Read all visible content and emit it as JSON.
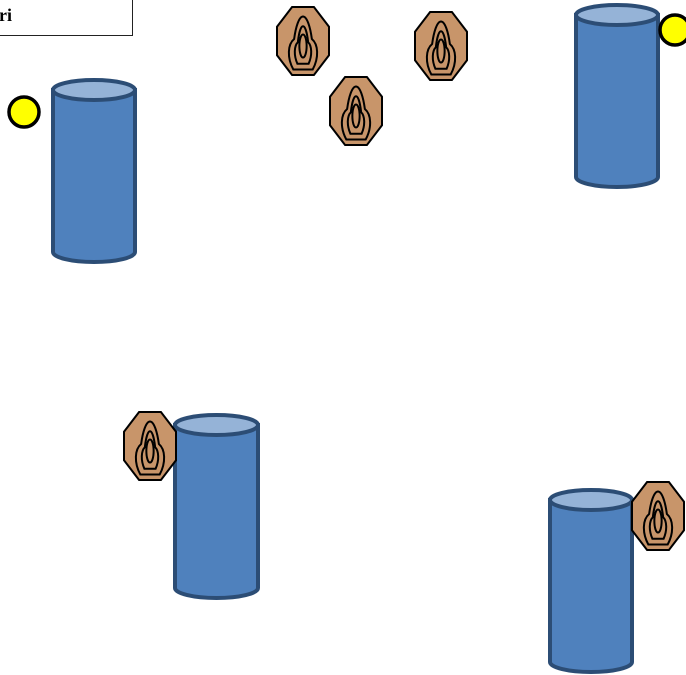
{
  "label": {
    "text": "ri"
  },
  "colors": {
    "barrel_body": "#4f81bd",
    "barrel_top": "#95b3d7",
    "barrel_outline": "#2c4d75",
    "target_fill": "#c8956a",
    "target_outline": "#000000",
    "marker_fill": "#ffff00",
    "marker_outline": "#000000",
    "background": "#ffffff"
  },
  "barrels": [
    {
      "name": "barrel-1"
    },
    {
      "name": "barrel-2"
    },
    {
      "name": "barrel-3"
    },
    {
      "name": "barrel-4"
    }
  ],
  "targets": [
    {
      "name": "target-1"
    },
    {
      "name": "target-2"
    },
    {
      "name": "target-3"
    },
    {
      "name": "target-4"
    },
    {
      "name": "target-5"
    }
  ],
  "markers": [
    {
      "name": "marker-1"
    },
    {
      "name": "marker-2"
    }
  ]
}
